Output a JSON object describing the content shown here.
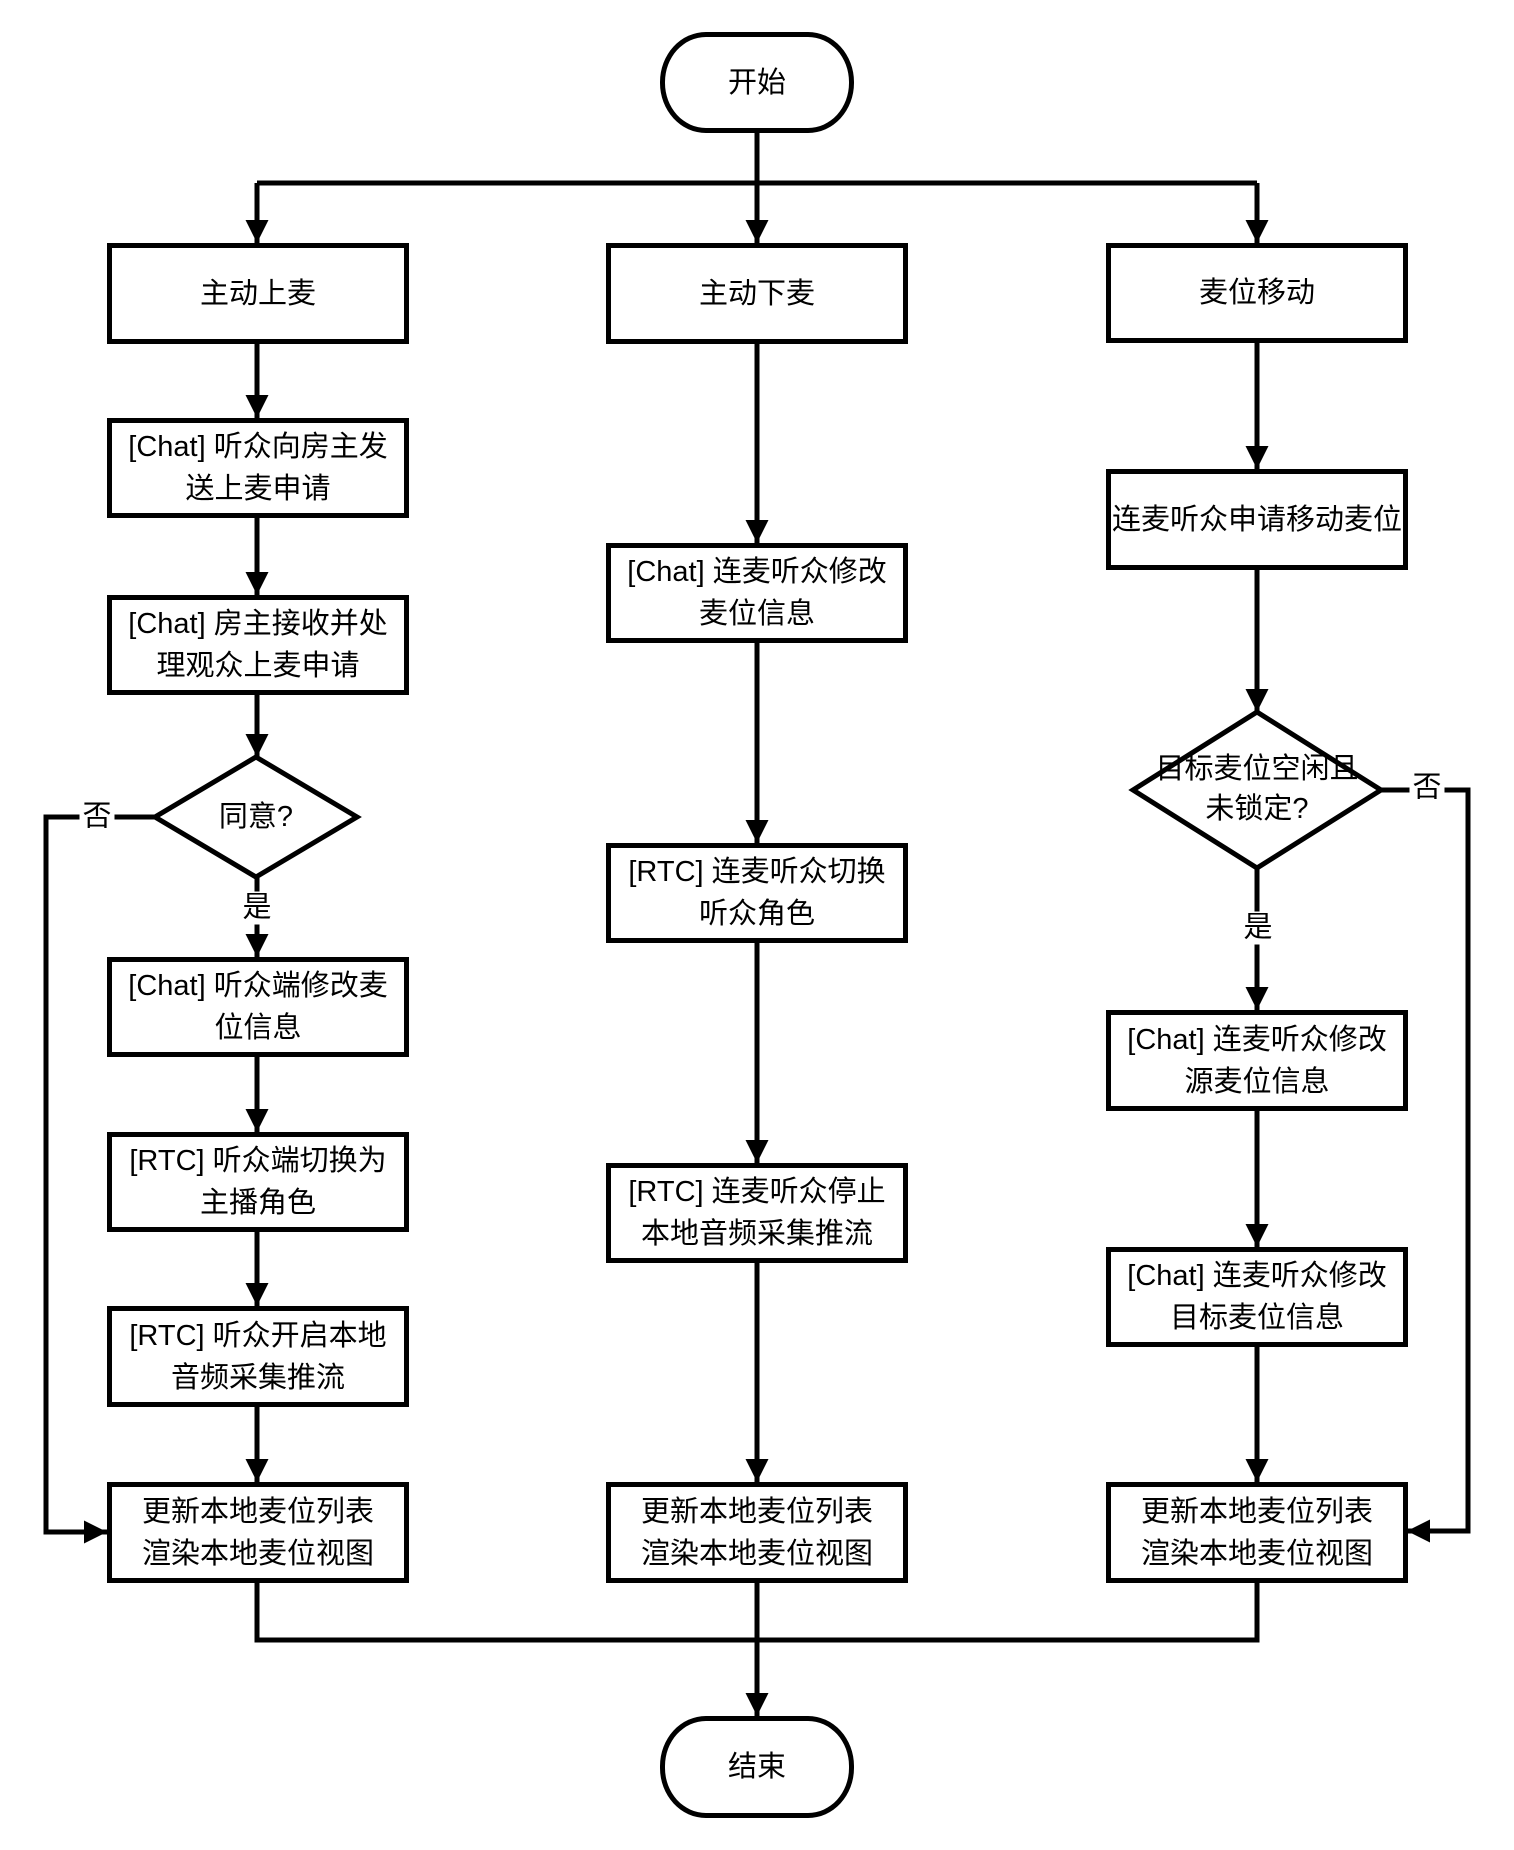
{
  "flowchart": {
    "start": "开始",
    "end": "结束",
    "yes": "是",
    "no": "否",
    "columns": {
      "take_mic": {
        "header": "主动上麦",
        "step_request": "[Chat] 听众向房主发\n送上麦申请",
        "step_handle": "[Chat] 房主接收并处\n理观众上麦申请",
        "decision_agree": "同意?",
        "step_modify_seat": "[Chat] 听众端修改麦\n位信息",
        "step_switch_role": "[RTC] 听众端切换为\n主播角色",
        "step_start_push": "[RTC] 听众开启本地\n音频采集推流",
        "step_update_view": "更新本地麦位列表\n渲染本地麦位视图"
      },
      "leave_mic": {
        "header": "主动下麦",
        "step_modify_seat": "[Chat] 连麦听众修改\n麦位信息",
        "step_switch_role": "[RTC] 连麦听众切换\n听众角色",
        "step_stop_push": "[RTC] 连麦听众停止\n本地音频采集推流",
        "step_update_view": "更新本地麦位列表\n渲染本地麦位视图"
      },
      "move_mic": {
        "header": "麦位移动",
        "step_request_move": "连麦听众申请移动麦位",
        "decision_target_free": "目标麦位空闲且\n未锁定?",
        "step_modify_source": "[Chat] 连麦听众修改\n源麦位信息",
        "step_modify_target": "[Chat] 连麦听众修改\n目标麦位信息",
        "step_update_view": "更新本地麦位列表\n渲染本地麦位视图"
      }
    },
    "colors": {
      "line": "#000000",
      "background": "#ffffff"
    }
  }
}
